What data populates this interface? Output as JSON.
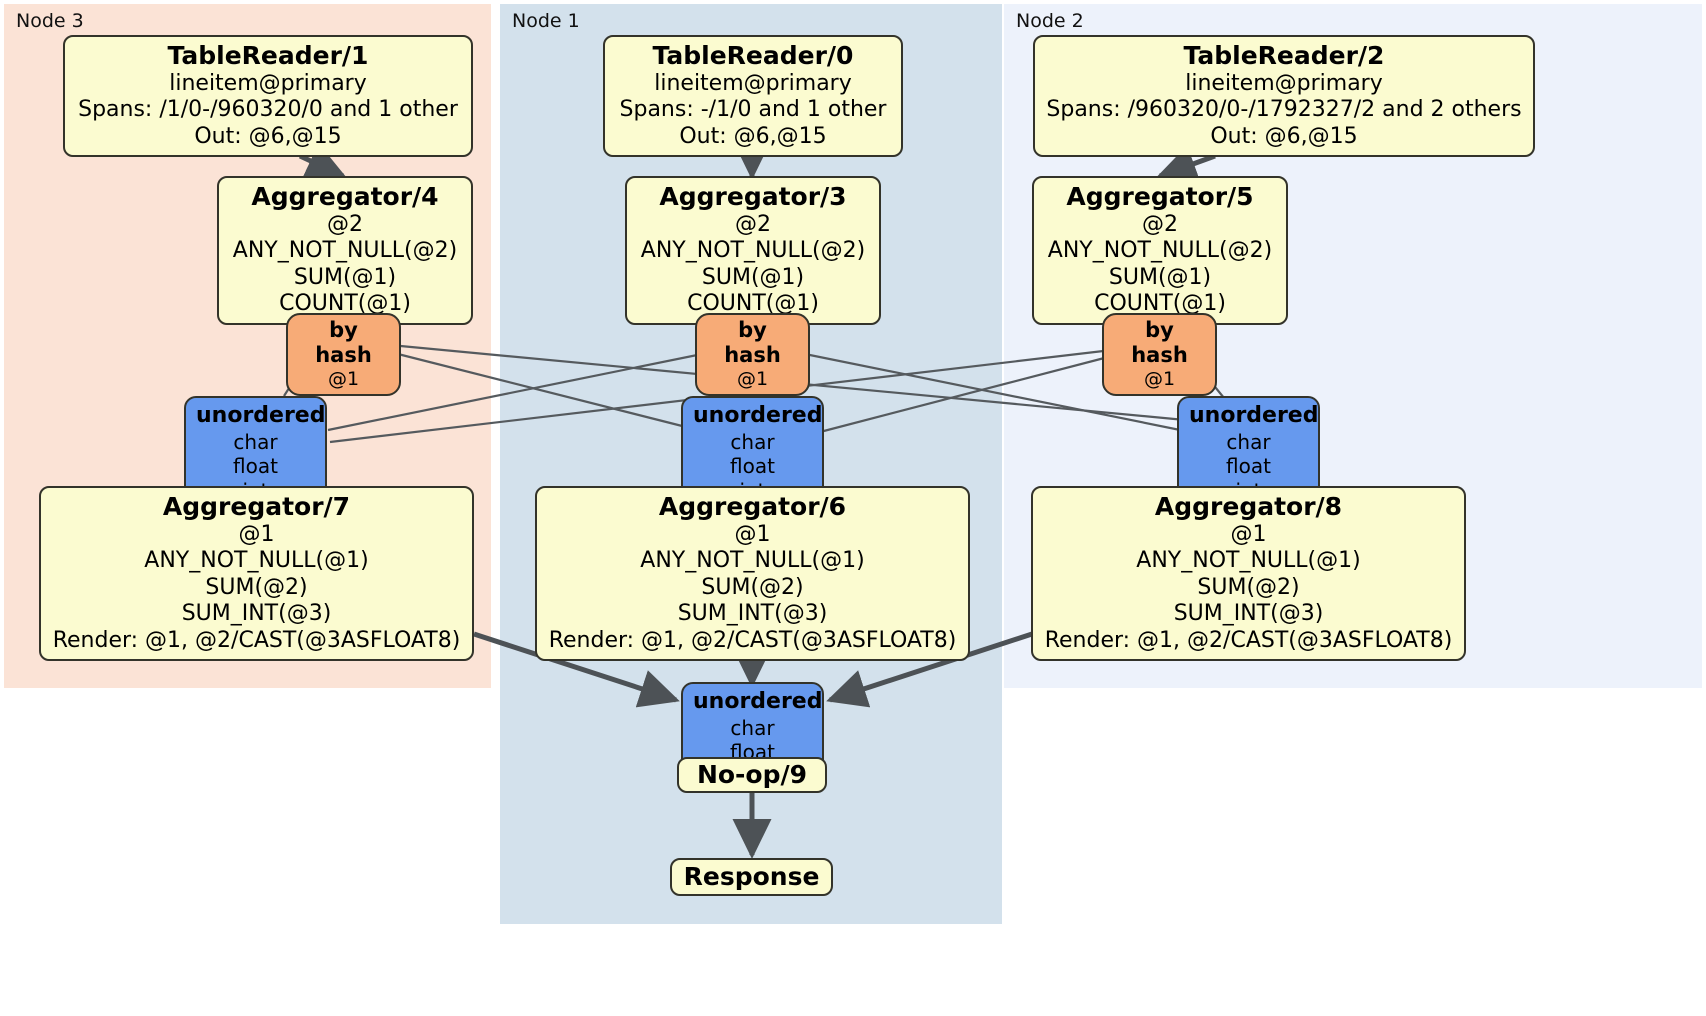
{
  "diagram": {
    "title": "Distributed query execution plan",
    "colors": {
      "node3_panel": "#fbe3d6",
      "node1_panel": "#d3e1ec",
      "node2_panel": "#edf2fb",
      "processor_fill": "#fbfbd0",
      "router_fill": "#6699ee",
      "hash_fill": "#f7ab77",
      "stroke": "#33332a",
      "thick_edge": "#4d5256",
      "thin_edge": "#555a5e"
    }
  },
  "panels": [
    {
      "id": "node3",
      "label": "Node 3"
    },
    {
      "id": "node1",
      "label": "Node 1"
    },
    {
      "id": "node2",
      "label": "Node 2"
    }
  ],
  "processors": {
    "table_reader_1": {
      "title": "TableReader/1",
      "lines": [
        "lineitem@primary",
        "Spans: /1/0-/960320/0 and 1 other",
        "Out: @6,@15"
      ]
    },
    "table_reader_0": {
      "title": "TableReader/0",
      "lines": [
        "lineitem@primary",
        "Spans: -/1/0 and 1 other",
        "Out: @6,@15"
      ]
    },
    "table_reader_2": {
      "title": "TableReader/2",
      "lines": [
        "lineitem@primary",
        "Spans: /960320/0-/1792327/2 and 2 others",
        "Out: @6,@15"
      ]
    },
    "aggregator_4": {
      "title": "Aggregator/4",
      "lines": [
        "@2",
        "ANY_NOT_NULL(@2)",
        "SUM(@1)",
        "COUNT(@1)"
      ]
    },
    "aggregator_3": {
      "title": "Aggregator/3",
      "lines": [
        "@2",
        "ANY_NOT_NULL(@2)",
        "SUM(@1)",
        "COUNT(@1)"
      ]
    },
    "aggregator_5": {
      "title": "Aggregator/5",
      "lines": [
        "@2",
        "ANY_NOT_NULL(@2)",
        "SUM(@1)",
        "COUNT(@1)"
      ]
    },
    "aggregator_7": {
      "title": "Aggregator/7",
      "lines": [
        "@1",
        "ANY_NOT_NULL(@1)",
        "SUM(@2)",
        "SUM_INT(@3)",
        "Render: @1, @2/CAST(@3ASFLOAT8)"
      ]
    },
    "aggregator_6": {
      "title": "Aggregator/6",
      "lines": [
        "@1",
        "ANY_NOT_NULL(@1)",
        "SUM(@2)",
        "SUM_INT(@3)",
        "Render: @1, @2/CAST(@3ASFLOAT8)"
      ]
    },
    "aggregator_8": {
      "title": "Aggregator/8",
      "lines": [
        "@1",
        "ANY_NOT_NULL(@1)",
        "SUM(@2)",
        "SUM_INT(@3)",
        "Render: @1, @2/CAST(@3ASFLOAT8)"
      ]
    },
    "noop_9": {
      "title": "No-op/9"
    },
    "response": {
      "title": "Response"
    }
  },
  "hash_badges": {
    "hash_left": {
      "title": "by hash",
      "column": "@1"
    },
    "hash_center": {
      "title": "by hash",
      "column": "@1"
    },
    "hash_right": {
      "title": "by hash",
      "column": "@1"
    }
  },
  "routers": {
    "router_left": {
      "title": "unordered",
      "types": [
        "char",
        "float",
        "int"
      ]
    },
    "router_center": {
      "title": "unordered",
      "types": [
        "char",
        "float",
        "int"
      ]
    },
    "router_right": {
      "title": "unordered",
      "types": [
        "char",
        "float",
        "int"
      ]
    },
    "router_final": {
      "title": "unordered",
      "types": [
        "char",
        "float"
      ]
    }
  }
}
